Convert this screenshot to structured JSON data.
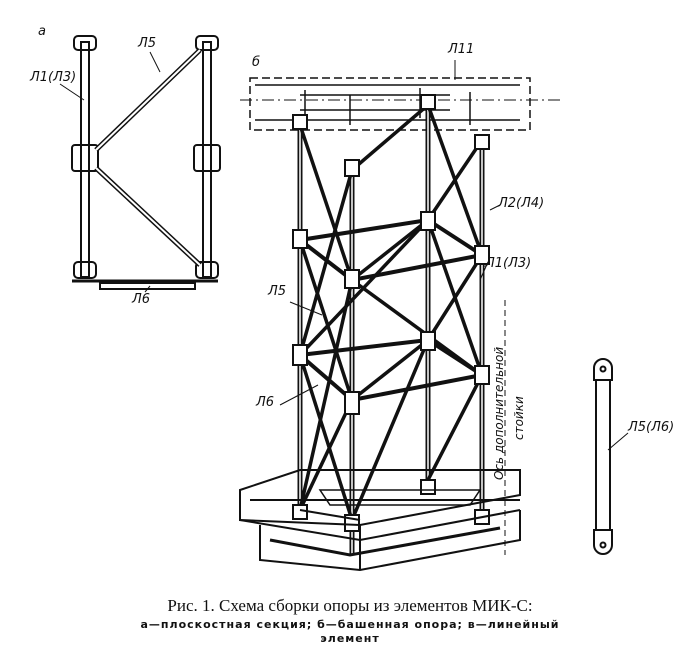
{
  "labels": {
    "panel_a": "а",
    "panel_b": "б",
    "a_post": "Л1(Л3)",
    "a_brace": "Л5",
    "a_bottom": "Л6",
    "b_beam": "Л11",
    "b_post_back": "Л2(Л4)",
    "b_post_front": "Л1(Л3)",
    "b_brace": "Л5",
    "b_horizontal": "Л6",
    "axis_line1": "Ось дополнительной",
    "axis_line2": "стойки",
    "rod": "Л5(Л6)"
  },
  "caption": {
    "title": "Рис. 1. Схема сборки опоры из элементов МИК-С:",
    "line2": "а—плоскостная секция; б—башенная опора; в—линейный",
    "line3": "элемент"
  }
}
